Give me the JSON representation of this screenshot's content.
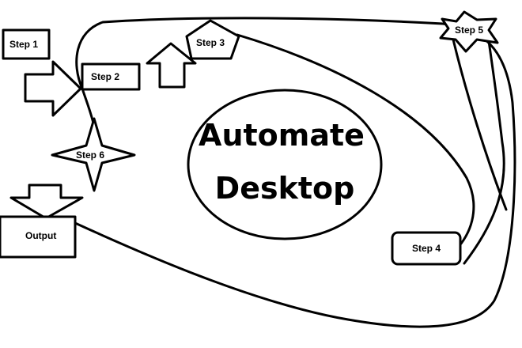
{
  "diagram": {
    "center": {
      "line1": "Automate",
      "line2": "Desktop"
    },
    "nodes": {
      "step1": "Step 1",
      "step2": "Step 2",
      "step3": "Step 3",
      "step4": "Step 4",
      "step5": "Step 5",
      "step6": "Step 6",
      "output": "Output"
    }
  }
}
